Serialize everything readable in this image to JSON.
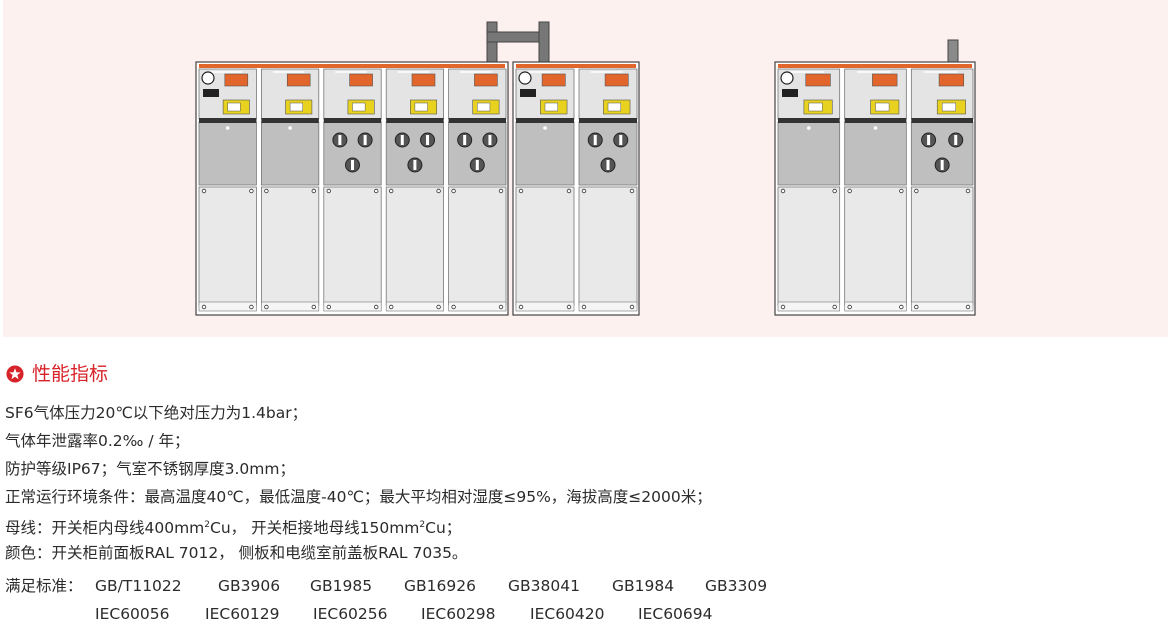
{
  "figure": {
    "groups": [
      {
        "panels": [
          "load-switch",
          "load-switch",
          "fuse-combination",
          "fuse-combination",
          "fuse-combination"
        ]
      },
      {
        "panels": [
          "load-switch",
          "fuse-combination"
        ]
      },
      {
        "panels": [
          "load-switch",
          "load-switch",
          "fuse-combination"
        ]
      }
    ],
    "colors": {
      "background": "#fdf1ef",
      "cabinet": "#bfbfbf",
      "upper_panel": "#dcdcdc",
      "accent_orange": "#e2662b",
      "accent_yellow": "#e8d21f",
      "outline": "#444444"
    }
  },
  "section": {
    "icon": "star-circle-icon",
    "title": "性能指标",
    "accent": "#d8232a"
  },
  "specs": {
    "line1": "SF6气体压力20℃以下绝对压力为1.4bar；",
    "line2": "气体年泄露率0.2‰ / 年；",
    "line3": "防护等级IP67；气室不锈钢厚度3.0mm；",
    "line4": "正常运行环境条件：最高温度40℃，最低温度-40℃；最大平均相对湿度≤95%，海拔高度≤2000米；",
    "line5": {
      "part1": "母线：开关柜内母线400mm",
      "sup1": "2",
      "part2": "Cu，  开关柜接地母线150mm",
      "sup2": "2",
      "part3": "Cu；"
    },
    "line6": "颜色：开关柜前面板RAL 7012，  侧板和电缆室前盖板RAL 7035。"
  },
  "standards": {
    "label": "满足标准：",
    "row1": [
      "GB/T11022",
      "GB3906",
      "GB1985",
      "GB16926",
      "GB38041",
      "GB1984",
      "GB3309"
    ],
    "row2": [
      "IEC60056",
      "IEC60129",
      "IEC60256",
      "IEC60298",
      "IEC60420",
      "IEC60694"
    ]
  }
}
